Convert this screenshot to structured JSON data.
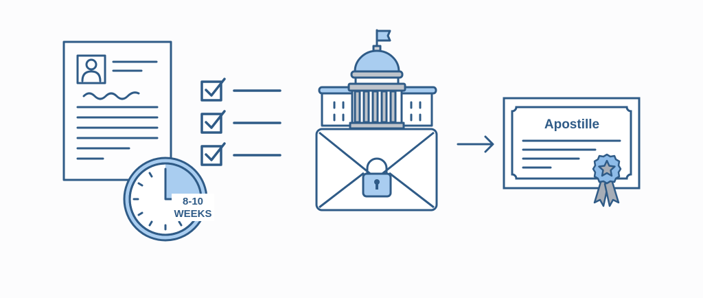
{
  "diagram": {
    "description": "Apostille process flow: document with processing time, checklist, government sealed envelope, arrow, apostille certificate",
    "colors": {
      "stroke": "#2f5b87",
      "accent_light": "#a9cdf0",
      "accent_mid": "#8dbbe8",
      "gray": "#a7adb6",
      "background": "#fcfcfd"
    },
    "steps": [
      {
        "id": "document",
        "label": "Document",
        "icon": "resume-document-icon"
      },
      {
        "id": "checklist",
        "label": "Checklist",
        "icon": "checklist-icon",
        "items": 3
      },
      {
        "id": "government",
        "label": "Government submission",
        "icon": "capitol-envelope-lock-icon"
      },
      {
        "id": "certificate",
        "label": "Apostille certificate",
        "icon": "certificate-ribbon-icon"
      }
    ],
    "clock": {
      "line1": "8-10",
      "line2": "WEEKS"
    },
    "certificate": {
      "title": "Apostille"
    }
  }
}
